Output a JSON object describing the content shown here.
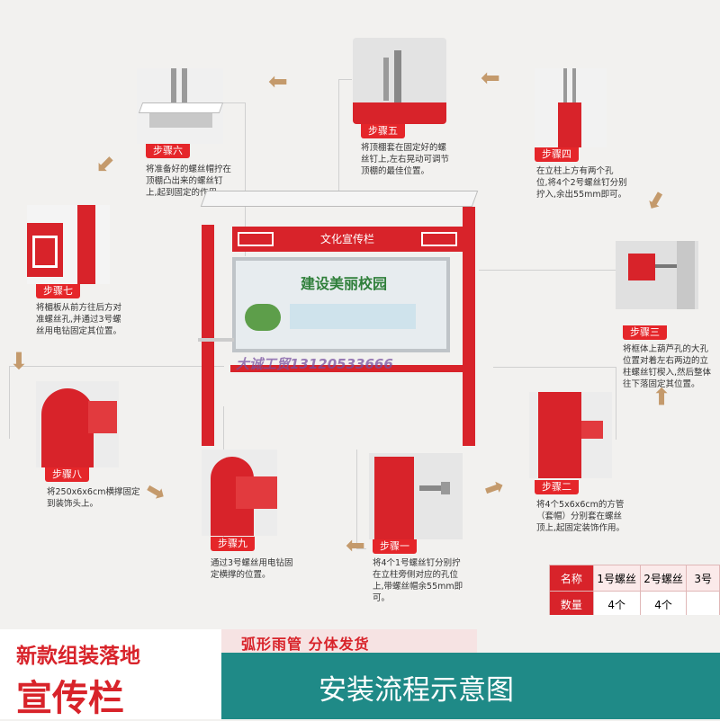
{
  "steps": [
    {
      "id": "step1",
      "label": "步骤一",
      "desc": [
        "将4个1号螺丝钉分别拧",
        "在立柱旁侧对应的孔位",
        "上,带螺丝帽余55mm即",
        "可。"
      ]
    },
    {
      "id": "step2",
      "label": "步骤二",
      "desc": [
        "将4个5x6x6cm的方管",
        "（套帽）分别套在螺丝",
        "顶上,起固定装饰作用。"
      ]
    },
    {
      "id": "step3",
      "label": "步骤三",
      "desc": [
        "将框体上葫芦孔的大孔",
        "位置对着左右两边的立",
        "柱螺丝钉楔入,然后整体",
        "往下落固定其位置。"
      ]
    },
    {
      "id": "step4",
      "label": "步骤四",
      "desc": [
        "在立柱上方有两个孔",
        "位,将4个2号螺丝钉分别",
        "拧入,余出55mm即可。"
      ]
    },
    {
      "id": "step5",
      "label": "步骤五",
      "desc": [
        "将顶棚套在固定好的螺",
        "丝钉上,左右晃动可调节",
        "顶棚的最佳位置。"
      ]
    },
    {
      "id": "step6",
      "label": "步骤六",
      "desc": [
        "将准备好的螺丝帽拧在",
        "顶棚凸出来的螺丝钉",
        "上,起到固定的作用。"
      ]
    },
    {
      "id": "step7",
      "label": "步骤七",
      "desc": [
        "将楣板从前方往后方对",
        "准螺丝孔,并通过3号螺",
        "丝用电钻固定其位置。"
      ]
    },
    {
      "id": "step8",
      "label": "步骤八",
      "desc": [
        "将250x6x6cm横撑固定",
        "到装饰头上。"
      ]
    },
    {
      "id": "step9",
      "label": "步骤九",
      "desc": [
        "通过3号螺丝用电钻固",
        "定横撑的位置。"
      ]
    }
  ],
  "board": {
    "header": "文化宣传栏",
    "poster": "建设美丽校园",
    "watermark": "大诚工贸13120533666"
  },
  "spec_table": {
    "row1": [
      "名称",
      "1号螺丝",
      "2号螺丝",
      "3号"
    ],
    "row2": [
      "数量",
      "4个",
      "4个",
      ""
    ]
  },
  "banner": {
    "left_line1": "新款组装落地",
    "left_line2": "宣传栏",
    "middle": "弧形雨管 分体发货",
    "right": "安装流程示意图"
  },
  "colors": {
    "accent": "#d8232a",
    "arrow": "#c49a6c",
    "banner_green": "#1f8a87"
  }
}
